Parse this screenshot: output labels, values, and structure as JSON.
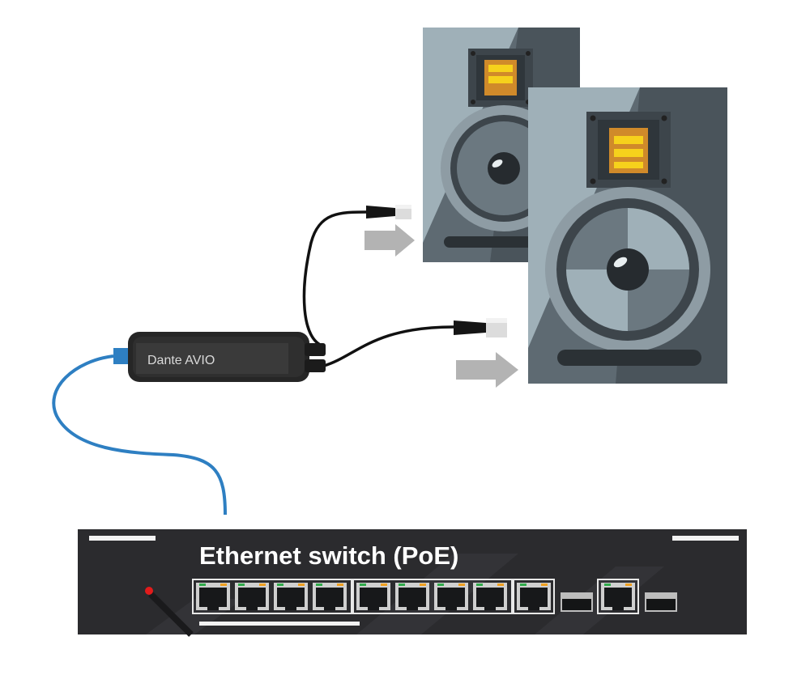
{
  "device": {
    "label": "Dante AVIO"
  },
  "switch": {
    "label": "Ethernet switch (PoE)",
    "rj45_ports": 10,
    "sfp_ports": 2
  },
  "speakers": {
    "count": 2
  },
  "colors": {
    "network_cable": "#2e7fc2",
    "audio_cable": "#111111",
    "switch_body": "#2b2b2e",
    "speaker_light": "#9fb0b8",
    "speaker_mid": "#5e6a72",
    "speaker_dark": "#3d454b",
    "tweeter_orange": "#f08a24",
    "tweeter_yellow": "#f6d11c",
    "led_red": "#e21b1b",
    "arrow": "#b3b3b3"
  }
}
